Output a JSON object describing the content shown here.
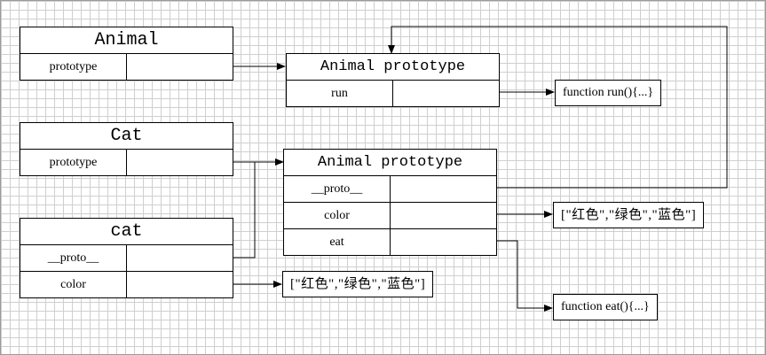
{
  "animal": {
    "title": "Animal",
    "rows": [
      {
        "key": "prototype"
      }
    ]
  },
  "cat_ctor": {
    "title": "Cat",
    "rows": [
      {
        "key": "prototype"
      }
    ]
  },
  "cat_inst": {
    "title": "cat",
    "rows": [
      {
        "key": "__proto__"
      },
      {
        "key": "color"
      }
    ]
  },
  "animal_proto_top": {
    "title": "Animal prototype",
    "rows": [
      {
        "key": "run"
      }
    ]
  },
  "animal_proto_mid": {
    "title": "Animal prototype",
    "rows": [
      {
        "key": "__proto__"
      },
      {
        "key": "color"
      },
      {
        "key": "eat"
      }
    ]
  },
  "values": {
    "run_fn": "function run(){...}",
    "eat_fn": "function eat(){...}",
    "color_array_proto": "[\"红色\",\"绿色\",\"蓝色\"]",
    "color_array_inst": "[\"红色\",\"绿色\",\"蓝色\"]"
  }
}
